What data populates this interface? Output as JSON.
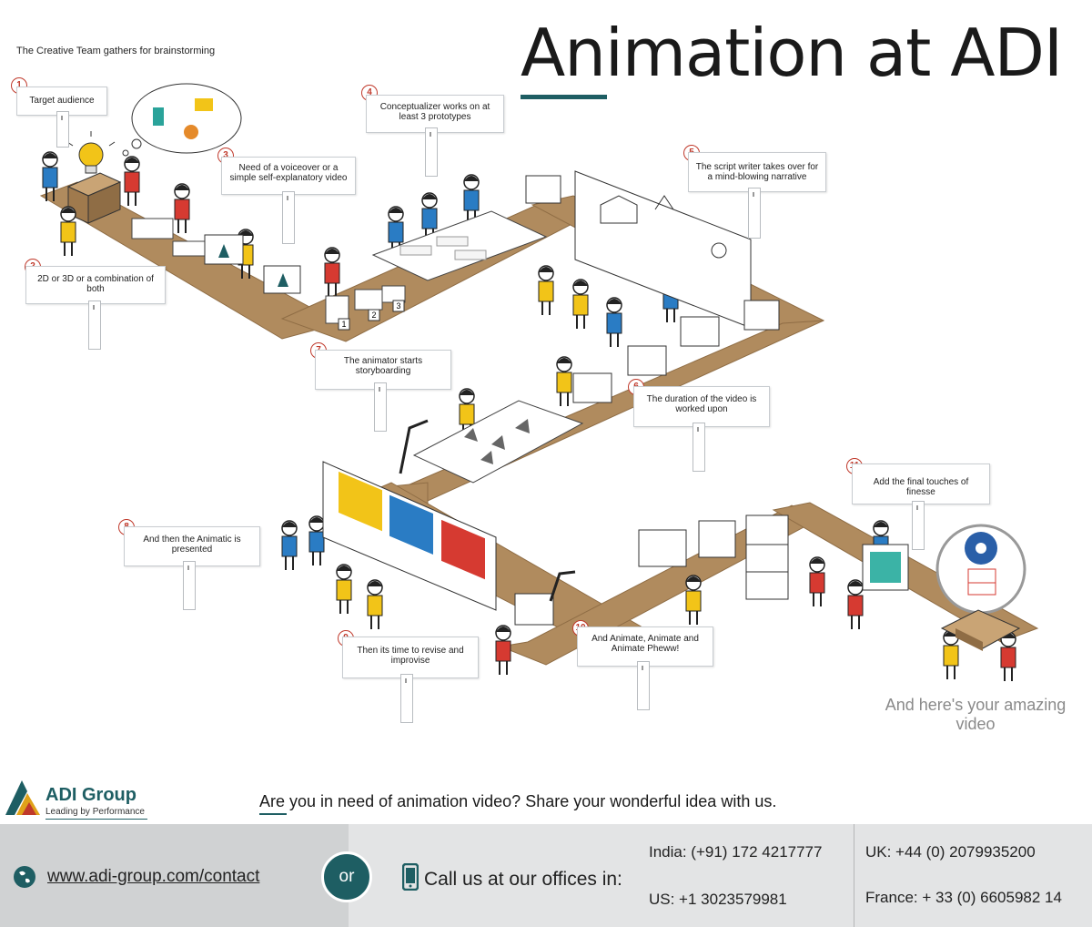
{
  "header": {
    "subtitle": "The Creative Team gathers for brainstorming",
    "title": "Animation at ADI"
  },
  "steps": [
    {
      "number": "1",
      "text": "Target audience"
    },
    {
      "number": "2",
      "text": "2D or 3D or a combination of both"
    },
    {
      "number": "3",
      "text": "Need of a voiceover or a simple self-explanatory video"
    },
    {
      "number": "4",
      "text": "Conceptualizer works on at least 3 prototypes"
    },
    {
      "number": "5",
      "text": "The script writer takes over for a mind-blowing narrative"
    },
    {
      "number": "6",
      "text": "The duration of the video is worked upon"
    },
    {
      "number": "7",
      "text": "The animator starts storyboarding"
    },
    {
      "number": "8",
      "text": "And then the Animatic is presented"
    },
    {
      "number": "9",
      "text": "Then its time to revise and improvise"
    },
    {
      "number": "10",
      "text": "And Animate, Animate and Animate Pheww!"
    },
    {
      "number": "11",
      "text": "Add the final touches of finesse"
    }
  ],
  "prototype_labels": [
    "1",
    "2",
    "3"
  ],
  "closing": "And here's your amazing video",
  "footer": {
    "logo_name": "ADI Group",
    "logo_tagline": "Leading by Performance",
    "cta": "Are you in need of animation video? Share your wonderful idea with us.",
    "website": "www.adi-group.com/contact",
    "or_label": "or",
    "call_label": "Call us at our offices in:",
    "offices": [
      {
        "text": "India: (+91) 172 4217777"
      },
      {
        "text": "UK: +44 (0) 2079935200"
      },
      {
        "text": "US: +1 3023579981"
      },
      {
        "text": "France: + 33 (0) 6605982 14"
      }
    ]
  },
  "colors": {
    "accent": "#1e5e63",
    "path": "#b08b5e",
    "number_red": "#c0392b",
    "figure_yellow": "#f2c418",
    "figure_blue": "#2a7cc4",
    "figure_red": "#d63a31"
  },
  "icons": [
    "idea-bulb-icon",
    "globe-icon",
    "phone-icon",
    "play-video-icon",
    "film-reel-icon"
  ]
}
